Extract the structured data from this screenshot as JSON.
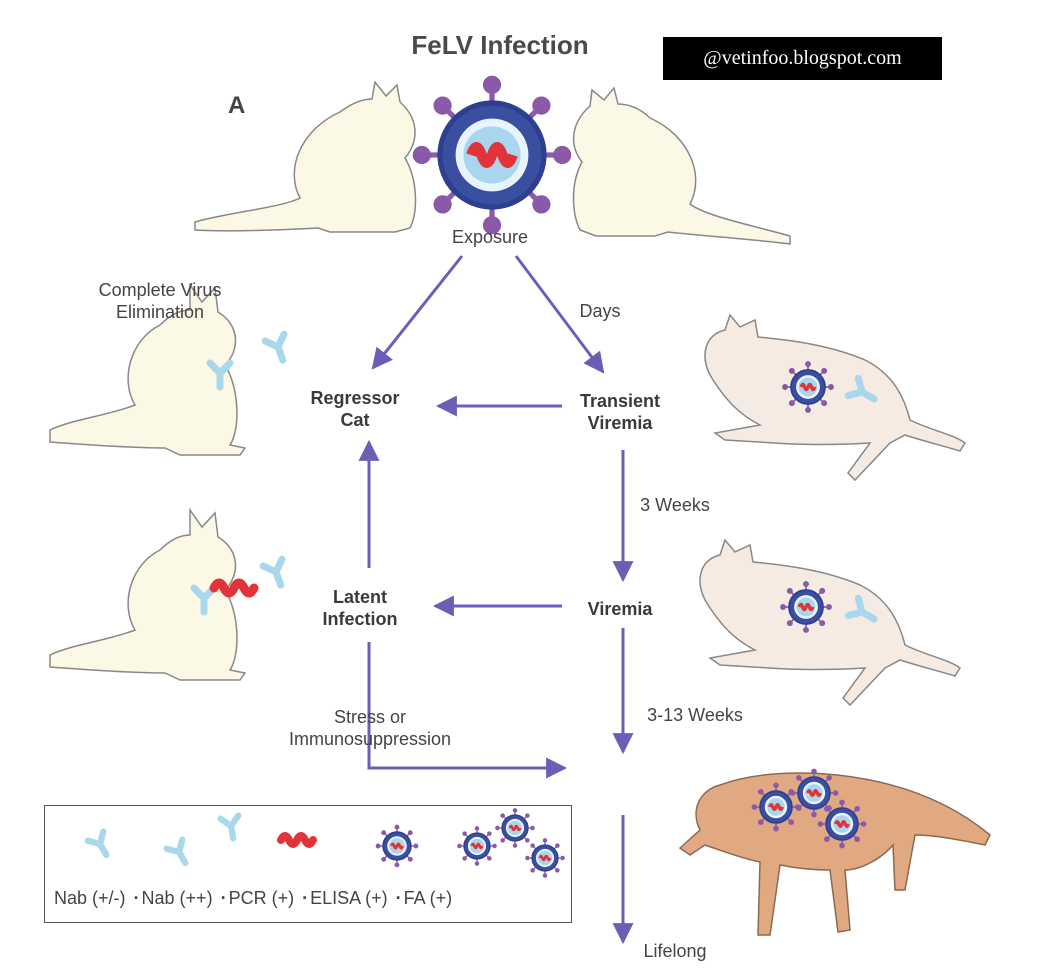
{
  "title": "FeLV Infection",
  "panel_letter": "A",
  "watermark": "@vetinfoo.blogspot.com",
  "nodes": {
    "exposure": "Exposure",
    "complete_elimination": [
      "Complete Virus",
      "Elimination"
    ],
    "regressor": [
      "Regressor",
      "Cat"
    ],
    "transient_viremia": [
      "Transient",
      "Viremia"
    ],
    "latent_infection": [
      "Latent",
      "Infection"
    ],
    "viremia": "Viremia",
    "lifelong": "Lifelong"
  },
  "edge_labels": {
    "days": "Days",
    "three_weeks": "3 Weeks",
    "three_thirteen_weeks": "3-13 Weeks",
    "stress": [
      "Stress or",
      "Immunosuppression"
    ]
  },
  "legend": {
    "items": [
      "Nab (+/-)",
      "Nab (++)",
      "PCR (+)",
      "ELISA (+)",
      "FA (+)"
    ]
  },
  "colors": {
    "arrow": "#6a5fb5",
    "cat_white": "#fbf8e6",
    "cat_pink": "#f5ebe3",
    "cat_tan": "#e0a982",
    "antibody": "#a9d7ec",
    "rna": "#e0343a",
    "virus_outer": "#2e3f8f",
    "virus_spike": "#8a5aa8",
    "virus_inner": "#a9d5ee"
  },
  "icons": [
    "cat-icon",
    "virus-icon",
    "antibody-icon",
    "rna-icon"
  ]
}
